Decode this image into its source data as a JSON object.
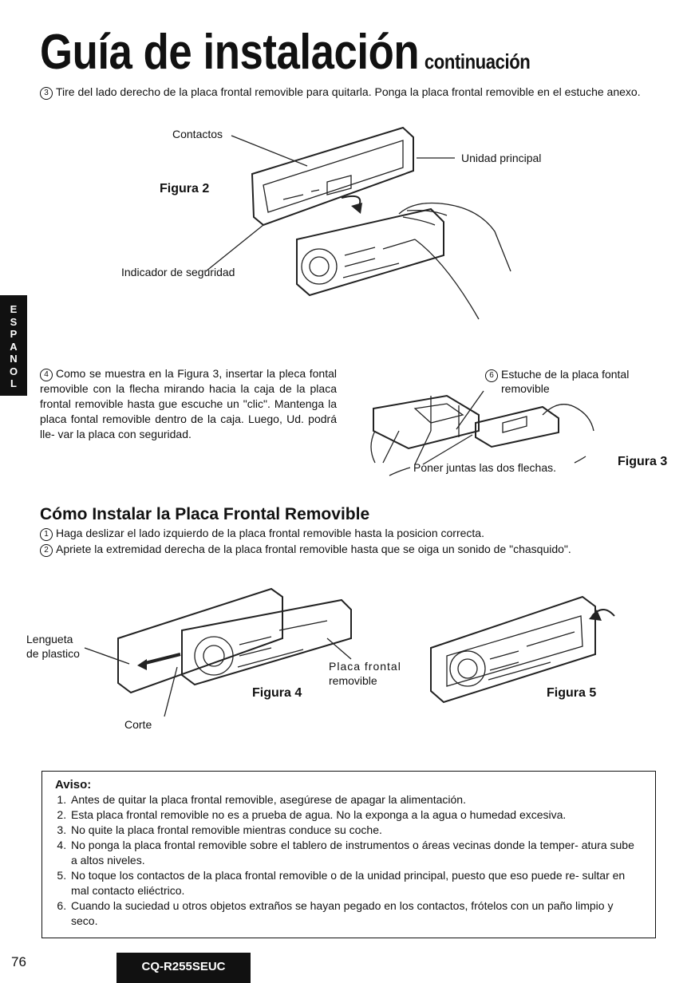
{
  "header": {
    "title": "Guía de instalación",
    "subtitle": "continuación"
  },
  "step3": {
    "number": "3",
    "text": "Tire del lado derecho de la placa frontal removible para quitarla. Ponga la placa frontal removible en el estuche anexo."
  },
  "figure2": {
    "label": "Figura 2",
    "contacts": "Contactos",
    "main_unit": "Unidad principal",
    "security_indicator": "Indicador de seguridad"
  },
  "sidebar": {
    "letters": [
      "E",
      "S",
      "P",
      "A",
      "N",
      "O",
      "L"
    ]
  },
  "step4": {
    "number": "4",
    "text": "Como se muestra en la Figura 3, insertar la pleca fontal removible con la flecha mirando hacia la caja de la placa frontal removible hasta gue escuche un \"clic\". Mantenga la placa fontal removible dentro de la caja. Luego, Ud. podrá lle- var la placa con seguridad."
  },
  "figure3": {
    "label": "Figura 3",
    "case_number": "6",
    "case_label_line1": "Estuche de la placa fontal",
    "case_label_line2": "removible",
    "arrows_caption": "Poner juntas las dos flechas."
  },
  "section": {
    "title": "Cómo Instalar la Placa Frontal Removible",
    "steps": [
      {
        "number": "1",
        "text": "Haga deslizar el lado izquierdo de la placa frontal removible hasta la posicion correcta."
      },
      {
        "number": "2",
        "text": "Apriete la extremidad derecha de la placa frontal removible hasta que se oiga un sonido de \"chasquido\"."
      }
    ]
  },
  "figure4": {
    "label": "Figura 4",
    "tab_line1": "Lengueta",
    "tab_line2": "de plastico",
    "plate_line1": "Placa frontal",
    "plate_line2": "removible",
    "notch": "Corte"
  },
  "figure5": {
    "label": "Figura 5"
  },
  "notice": {
    "title": "Aviso:",
    "items": [
      "Antes de quitar la placa frontal removible, asegúrese de apagar la alimentación.",
      "Esta placa frontal removible no es a prueba de agua. No la exponga a la agua o humedad excesiva.",
      "No quite la placa frontal removible mientras conduce su coche.",
      "No ponga la placa frontal removible sobre el tablero de instrumentos o áreas vecinas donde la temper- atura sube a altos niveles.",
      "No toque los contactos de la placa frontal removible o de la unidad principal, puesto que eso puede re- sultar en mal contacto eliéctrico.",
      "Cuando la suciedad u otros objetos extraños se hayan pegado en los contactos, frótelos con un paño limpio y seco."
    ]
  },
  "footer": {
    "page_number": "76",
    "model": "CQ-R255SEUC"
  }
}
